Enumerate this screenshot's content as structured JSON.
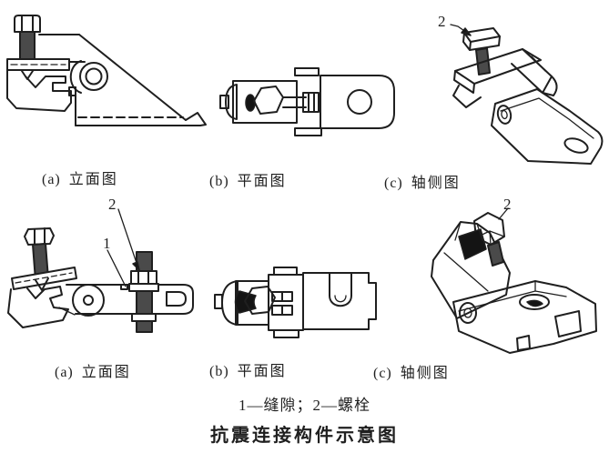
{
  "figure": {
    "title": "抗震连接构件示意图",
    "legend": "1—缝隙；2—螺栓",
    "colors": {
      "line": "#1f1f1f",
      "background": "#ffffff",
      "thread_fill": "#4a4a4a"
    },
    "panels": [
      {
        "id": "top-elevation",
        "marker": "(a)",
        "caption": "立面图",
        "part_labels": []
      },
      {
        "id": "top-plan",
        "marker": "(b)",
        "caption": "平面图",
        "part_labels": []
      },
      {
        "id": "top-axonometric",
        "marker": "(c)",
        "caption": "轴侧图",
        "part_labels": [
          {
            "ref": "bolt",
            "text": "2"
          }
        ]
      },
      {
        "id": "bottom-elevation",
        "marker": "(a)",
        "caption": "立面图",
        "part_labels": [
          {
            "ref": "bolt",
            "text": "2"
          },
          {
            "ref": "gap",
            "text": "1"
          }
        ]
      },
      {
        "id": "bottom-plan",
        "marker": "(b)",
        "caption": "平面图",
        "part_labels": []
      },
      {
        "id": "bottom-axonometric",
        "marker": "(c)",
        "caption": "轴侧图",
        "part_labels": [
          {
            "ref": "bolt",
            "text": "2"
          }
        ]
      }
    ]
  }
}
